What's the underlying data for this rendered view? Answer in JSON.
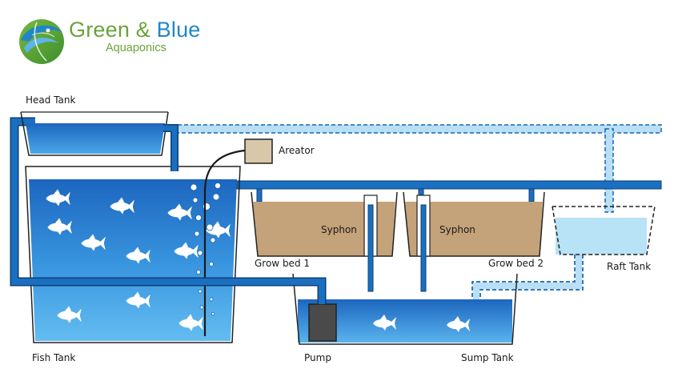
{
  "brand": {
    "word1": "Green",
    "amp": "&",
    "word2": "Blue",
    "subtitle": "Aquaponics"
  },
  "labels": {
    "head_tank": "Head Tank",
    "areator": "Areator",
    "syphon_1": "Syphon",
    "syphon_2": "Syphon",
    "grow_bed_1": "Grow bed 1",
    "grow_bed_2": "Grow bed 2",
    "raft_tank": "Raft Tank",
    "fish_tank": "Fish Tank",
    "pump": "Pump",
    "sump_tank": "Sump Tank"
  },
  "colors": {
    "water_dark": "#1a6fc0",
    "water_light": "#5bb5ee",
    "pipe_blue": "#1565b0",
    "pipe_dashed_fill": "#b9dff5",
    "grow_media": "#c4a27a",
    "raft_water": "#b8e2f6",
    "areator_box": "#d8c7a8",
    "pump_body": "#4a4a4a",
    "outline": "#222222",
    "brand_green": "#6aa33b",
    "brand_blue": "#1f86c8"
  }
}
